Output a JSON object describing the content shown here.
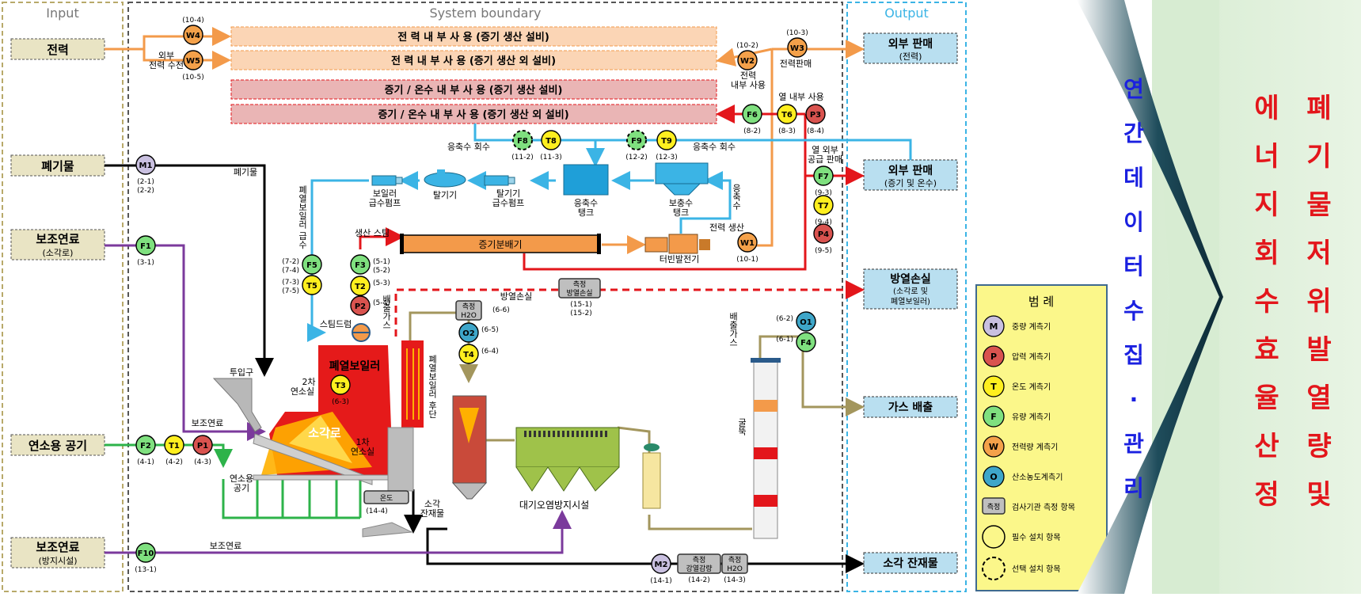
{
  "sections": {
    "input": "Input",
    "system": "System boundary",
    "output": "Output"
  },
  "inputs": {
    "power": "전력",
    "waste": "폐기물",
    "aux_fuel_1": "보조연료",
    "aux_fuel_1_sub": "(소각로)",
    "comb_air": "연소용 공기",
    "aux_fuel_2": "보조연료",
    "aux_fuel_2_sub": "(방지시설)"
  },
  "outputs": {
    "ext_sale_power": "외부 판매",
    "ext_sale_power_sub": "(전력)",
    "ext_sale_steam": "외부 판매",
    "ext_sale_steam_sub": "(증기 및 온수)",
    "heat_loss": "방열손실",
    "heat_loss_sub1": "(소각로 및",
    "heat_loss_sub2": "폐열보일러)",
    "gas_exhaust": "가스 배출",
    "residue": "소각 잔재물"
  },
  "bars": {
    "p1": "전 력  내 부  사 용 (증기 생산 설비)",
    "p2": "전 력  내 부  사 용 (증기 생산 외 설비)",
    "s1": "증기 / 온수  내 부  사 용 (증기 생산 설비)",
    "s2": "증기 / 온수  내 부  사 용 (증기 생산 외 설비)",
    "distributor": "증기분배기"
  },
  "labels": {
    "ext_power_in": "외부",
    "ext_power_in2": "전력 수전",
    "power_sale": "전력판매",
    "power_internal": "전력",
    "power_internal2": "내부 사용",
    "heat_internal": "열 내부 사용",
    "heat_ext": "열 외부",
    "heat_ext2": "공급 판매",
    "condensate1": "응축수 회수",
    "condensate2": "응축수 회수",
    "waste_line": "폐기물",
    "boiler_pump": "보일러",
    "boiler_pump2": "급수펌프",
    "deaerator": "탈기기",
    "deaerator_pump": "탈기기",
    "deaerator_pump2": "급수펌프",
    "cond_tank": "응축수",
    "cond_tank2": "탱크",
    "makeup_tank": "보충수",
    "makeup_tank2": "탱크",
    "makeup_water": "응축수",
    "whb_feed": "폐열보일러 급수",
    "steam_prod": "생산 스팀",
    "power_gen": "전력 생산",
    "turbine": "터빈발전기",
    "steam_drum": "스팀드럼",
    "inlet": "투입구",
    "secondary": "2차",
    "secondary2": "연소실",
    "whb": "폐열보일러",
    "incinerator": "소각로",
    "primary": "1차",
    "primary2": "연소실",
    "aux_fuel_line": "보조연료",
    "comb_air_line": "연소용",
    "comb_air_line2": "공기",
    "residue_line": "소각",
    "residue_line2": "잔재물",
    "exhaust_gas": "배출가스",
    "whb_rear": "폐열보일러 후단",
    "heat_loss_line": "방열손실",
    "apc": "대기오염방지시설",
    "stack_gas": "배출가스",
    "stack": "굴뚝",
    "aux_fuel_line2": "보조연료"
  },
  "meas_boxes": {
    "h2o_1": "H2O",
    "heat_loss": "방열손실",
    "temp": "온도",
    "strength": "강열감량",
    "h2o_2": "H2O",
    "word": "측정"
  },
  "meters": {
    "W4": "(10-4)",
    "W5": "(10-5)",
    "W2": "(10-2)",
    "W3": "(10-3)",
    "M1a": "(2-1)",
    "M1b": "(2-2)",
    "F1": "(3-1)",
    "F2": "(4-1)",
    "T1": "(4-2)",
    "P1": "(4-3)",
    "F10": "(13-1)",
    "F6": "(8-2)",
    "T6": "(8-3)",
    "P3": "(8-4)",
    "F8": "(11-2)",
    "T8": "(11-3)",
    "F9": "(12-2)",
    "T9": "(12-3)",
    "F7": "(9-3)",
    "T7": "(9-4)",
    "P4": "(9-5)",
    "W1": "(10-1)",
    "F5a": "(7-2)",
    "F5b": "(7-4)",
    "T5a": "(7-3)",
    "T5b": "(7-5)",
    "F3a": "(5-1)",
    "F3b": "(5-2)",
    "T2": "(5-3)",
    "P2": "(5-4)",
    "T3": "(6-3)",
    "O2": "(6-5)",
    "T4": "(6-4)",
    "H2O1": "(6-6)",
    "HL1": "(15-1)",
    "HL2": "(15-2)",
    "O1": "(6-2)",
    "F4": "(6-1)",
    "TMP": "(14-4)",
    "M2": "(14-1)",
    "STR": "(14-2)",
    "H2O2": "(14-3)"
  },
  "legend": {
    "title": "범  례",
    "items": [
      {
        "code": "M",
        "text": "중량 계측기",
        "color": "#c9c0e0"
      },
      {
        "code": "P",
        "text": "압력 계측기",
        "color": "#d9534f"
      },
      {
        "code": "T",
        "text": "온도 계측기",
        "color": "#ffef1f"
      },
      {
        "code": "F",
        "text": "유량 계측기",
        "color": "#7fe07f"
      },
      {
        "code": "W",
        "text": "전력량 계측기",
        "color": "#f4a14a"
      },
      {
        "code": "O",
        "text": "산소농도계측기",
        "color": "#3ea6c9"
      }
    ],
    "meas_text": "검사기관 측정 항목",
    "required": "필수 설치 항목",
    "optional": "선택 설치 항목"
  },
  "right_text": {
    "col_blue": [
      "연",
      "간",
      "데",
      "이",
      "터",
      "수",
      "집",
      "·",
      "관",
      "리"
    ],
    "col_red1": [
      "에",
      "너",
      "지",
      "회",
      "수",
      "효",
      "율",
      "산",
      "정"
    ],
    "col_red2": [
      "폐",
      "기",
      "물",
      "저",
      "위",
      "발",
      "열",
      "량",
      "및"
    ]
  },
  "colors": {
    "power": "#f39a4a",
    "steam": "#e3161b",
    "water": "#3bb4e5",
    "air": "#2db34a",
    "fuel": "#7b3a9c",
    "gas": "#a3965d",
    "waste": "#000000",
    "loss": "#e3161b"
  }
}
